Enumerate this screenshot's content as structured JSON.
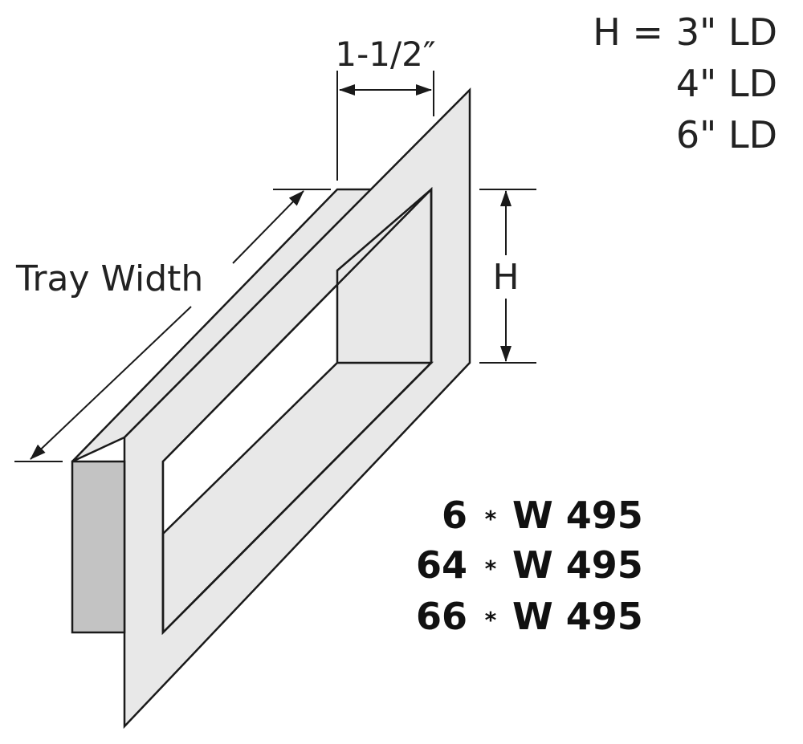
{
  "diagram": {
    "height_options": {
      "prefix": "H = ",
      "values": [
        "3\" LD",
        "4\" LD",
        "6\" LD"
      ]
    },
    "width_dimension": "1-1/2″",
    "length_dimension": "Tray Width",
    "height_dimension": "H",
    "part_numbers": [
      {
        "prefix": "6",
        "sep": "*",
        "code": "W 495"
      },
      {
        "prefix": "64",
        "sep": "*",
        "code": "W 495"
      },
      {
        "prefix": "66",
        "sep": "*",
        "code": "W 495"
      }
    ],
    "colors": {
      "frame_face": "#e8e8e8",
      "end_block": "#c3c3c3",
      "stroke": "#1a1a1a",
      "text": "#222222"
    }
  }
}
